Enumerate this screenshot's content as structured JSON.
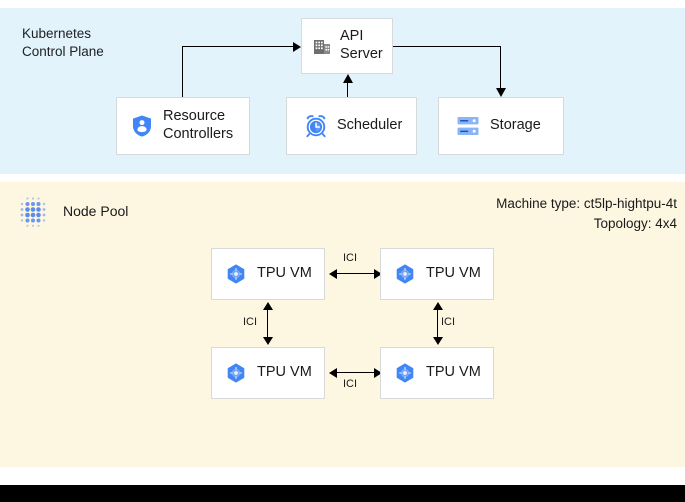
{
  "control_plane": {
    "title": "Kubernetes\nControl Plane",
    "background_color": "#e2f3fc",
    "nodes": [
      {
        "id": "api-server",
        "label": "API\nServer",
        "icon": "building-icon",
        "icon_color": "#6b6b6b"
      },
      {
        "id": "resource-controllers",
        "label": "Resource\nControllers",
        "icon": "shield-user-icon",
        "icon_color": "#4285f4"
      },
      {
        "id": "scheduler",
        "label": "Scheduler",
        "icon": "alarm-clock-icon",
        "icon_color": "#4285f4"
      },
      {
        "id": "storage",
        "label": "Storage",
        "icon": "server-rack-icon",
        "icon_color": "#4285f4"
      }
    ],
    "connections": [
      {
        "from": "resource-controllers",
        "to": "api-server",
        "style": "elbow-arrow"
      },
      {
        "from": "scheduler",
        "to": "api-server",
        "style": "straight-arrow"
      },
      {
        "from": "api-server",
        "to": "storage",
        "style": "elbow-arrow"
      }
    ]
  },
  "node_pool": {
    "title": "Node Pool",
    "icon": "tpu-pod-dots-icon",
    "background_color": "#fdf6e0",
    "machine_type_line": "Machine type: ct5lp-hightpu-4t",
    "topology_line": "Topology: 4x4",
    "vm_icon": "tpu-chip-hexagon-icon",
    "vm_icon_color": "#4285f4",
    "vms": [
      {
        "id": "tpu-vm-0",
        "label": "TPU VM"
      },
      {
        "id": "tpu-vm-1",
        "label": "TPU VM"
      },
      {
        "id": "tpu-vm-2",
        "label": "TPU VM"
      },
      {
        "id": "tpu-vm-3",
        "label": "TPU VM"
      }
    ],
    "interconnects": [
      {
        "id": "ici-top",
        "label": "ICI",
        "orientation": "horizontal",
        "between": [
          "tpu-vm-0",
          "tpu-vm-1"
        ]
      },
      {
        "id": "ici-bottom",
        "label": "ICI",
        "orientation": "horizontal",
        "between": [
          "tpu-vm-2",
          "tpu-vm-3"
        ]
      },
      {
        "id": "ici-left",
        "label": "ICI",
        "orientation": "vertical",
        "between": [
          "tpu-vm-0",
          "tpu-vm-2"
        ]
      },
      {
        "id": "ici-right",
        "label": "ICI",
        "orientation": "vertical",
        "between": [
          "tpu-vm-1",
          "tpu-vm-3"
        ]
      }
    ]
  }
}
